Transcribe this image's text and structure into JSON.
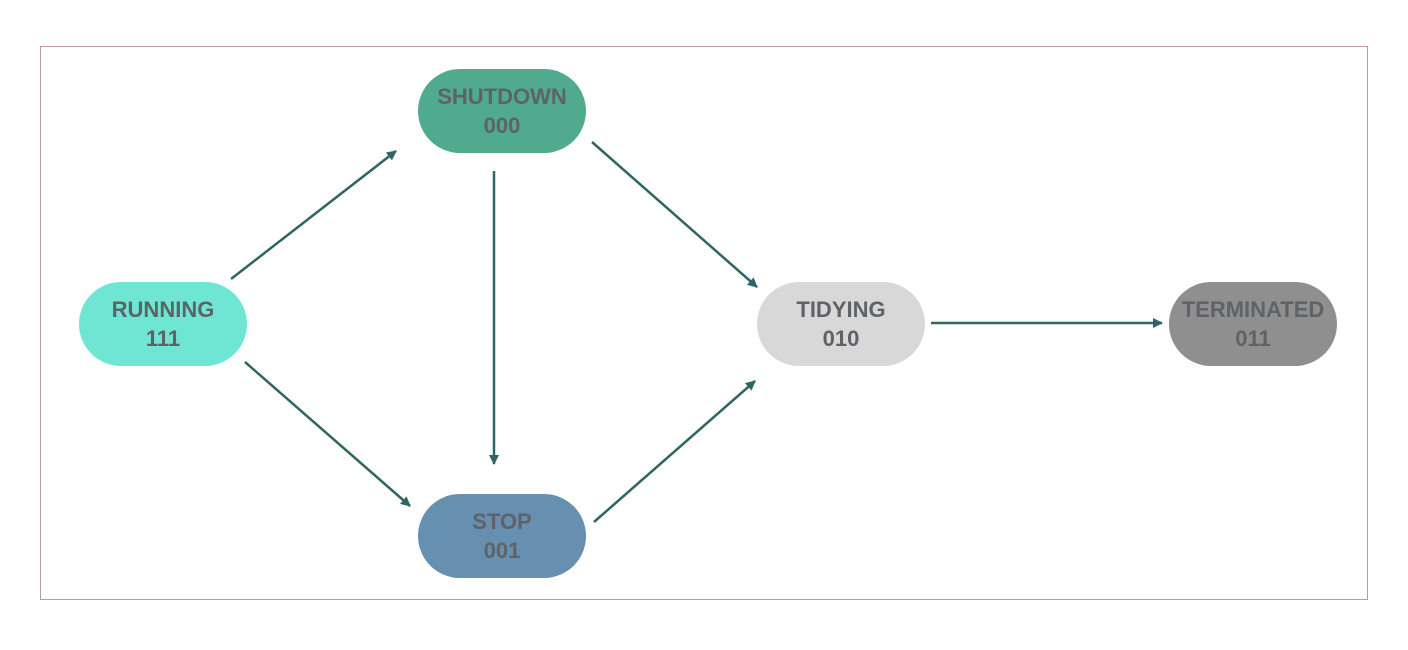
{
  "colors": {
    "edge": "#2f6663",
    "text": "#5f6266",
    "frame_border": "#b89aa4"
  },
  "nodes": {
    "running": {
      "name": "RUNNING",
      "code": "111",
      "color": "#6ee6d3"
    },
    "shutdown": {
      "name": "SHUTDOWN",
      "code": "000",
      "color": "#4faa8e"
    },
    "stop": {
      "name": "STOP",
      "code": "001",
      "color": "#6790b0"
    },
    "tidying": {
      "name": "TIDYING",
      "code": "010",
      "color": "#d8d8d8"
    },
    "terminated": {
      "name": "TERMINATED",
      "code": "011",
      "color": "#8f8f8f"
    }
  },
  "edges": [
    {
      "from": "running",
      "to": "shutdown"
    },
    {
      "from": "running",
      "to": "stop"
    },
    {
      "from": "shutdown",
      "to": "stop"
    },
    {
      "from": "shutdown",
      "to": "tidying"
    },
    {
      "from": "stop",
      "to": "tidying"
    },
    {
      "from": "tidying",
      "to": "terminated"
    }
  ]
}
